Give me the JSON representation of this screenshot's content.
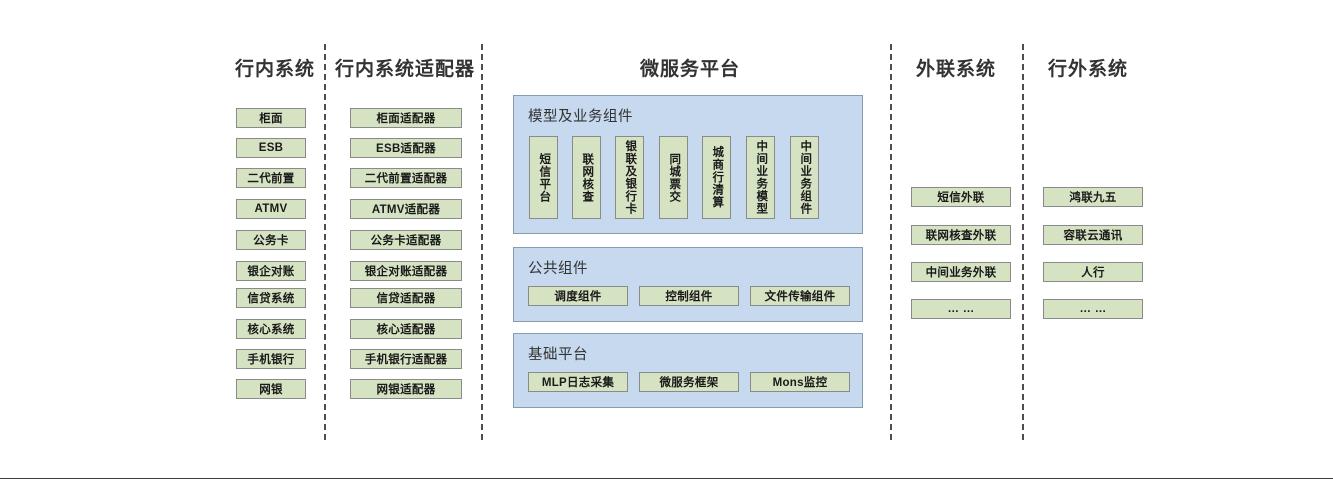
{
  "diagram": {
    "columns": [
      {
        "id": "in-bank-systems",
        "title": "行内系统",
        "items": [
          {
            "label": "柜面"
          },
          {
            "label": "ESB"
          },
          {
            "label": "二代前置"
          },
          {
            "label": "ATMV"
          },
          {
            "label": "公务卡"
          },
          {
            "label": "银企对账"
          },
          {
            "label": "信贷系统"
          },
          {
            "label": "核心系统"
          },
          {
            "label": "手机银行"
          },
          {
            "label": "网银"
          }
        ]
      },
      {
        "id": "in-bank-adapters",
        "title": "行内系统适配器",
        "items": [
          {
            "label": "柜面适配器"
          },
          {
            "label": "ESB适配器"
          },
          {
            "label": "二代前置适配器"
          },
          {
            "label": "ATMV适配器"
          },
          {
            "label": "公务卡适配器"
          },
          {
            "label": "银企对账适配器"
          },
          {
            "label": "信贷适配器"
          },
          {
            "label": "核心适配器"
          },
          {
            "label": "手机银行适配器"
          },
          {
            "label": "网银适配器"
          }
        ]
      },
      {
        "id": "microservice-platform",
        "title": "微服务平台",
        "panels": [
          {
            "id": "model-business-components",
            "title": "模型及业务组件",
            "orientation": "vertical",
            "items": [
              {
                "label": "短信平台"
              },
              {
                "label": "联网核查"
              },
              {
                "label": "银联及银行卡"
              },
              {
                "label": "同城票交"
              },
              {
                "label": "城商行清算"
              },
              {
                "label": "中间业务模型"
              },
              {
                "label": "中间业务组件"
              }
            ]
          },
          {
            "id": "public-components",
            "title": "公共组件",
            "orientation": "horizontal",
            "items": [
              {
                "label": "调度组件"
              },
              {
                "label": "控制组件"
              },
              {
                "label": "文件传输组件"
              }
            ]
          },
          {
            "id": "base-platform",
            "title": "基础平台",
            "orientation": "horizontal",
            "items": [
              {
                "label": "MLP日志采集"
              },
              {
                "label": "微服务框架"
              },
              {
                "label": "Mons监控"
              }
            ]
          }
        ]
      },
      {
        "id": "external-link-systems",
        "title": "外联系统",
        "items": [
          {
            "label": "短信外联"
          },
          {
            "label": "联网核查外联"
          },
          {
            "label": "中间业务外联"
          },
          {
            "label": "… …"
          }
        ]
      },
      {
        "id": "out-of-bank-systems",
        "title": "行外系统",
        "items": [
          {
            "label": "鸿联九五"
          },
          {
            "label": "容联云通讯"
          },
          {
            "label": "人行"
          },
          {
            "label": "… …"
          }
        ]
      }
    ],
    "colors": {
      "node_fill": "#d6e3c3",
      "node_border": "#8a8a8a",
      "panel_fill": "#c6d9ee",
      "panel_border": "#8a9bb0",
      "divider": "#4d4d4d",
      "text": "#333333",
      "background": "#ffffff"
    }
  }
}
